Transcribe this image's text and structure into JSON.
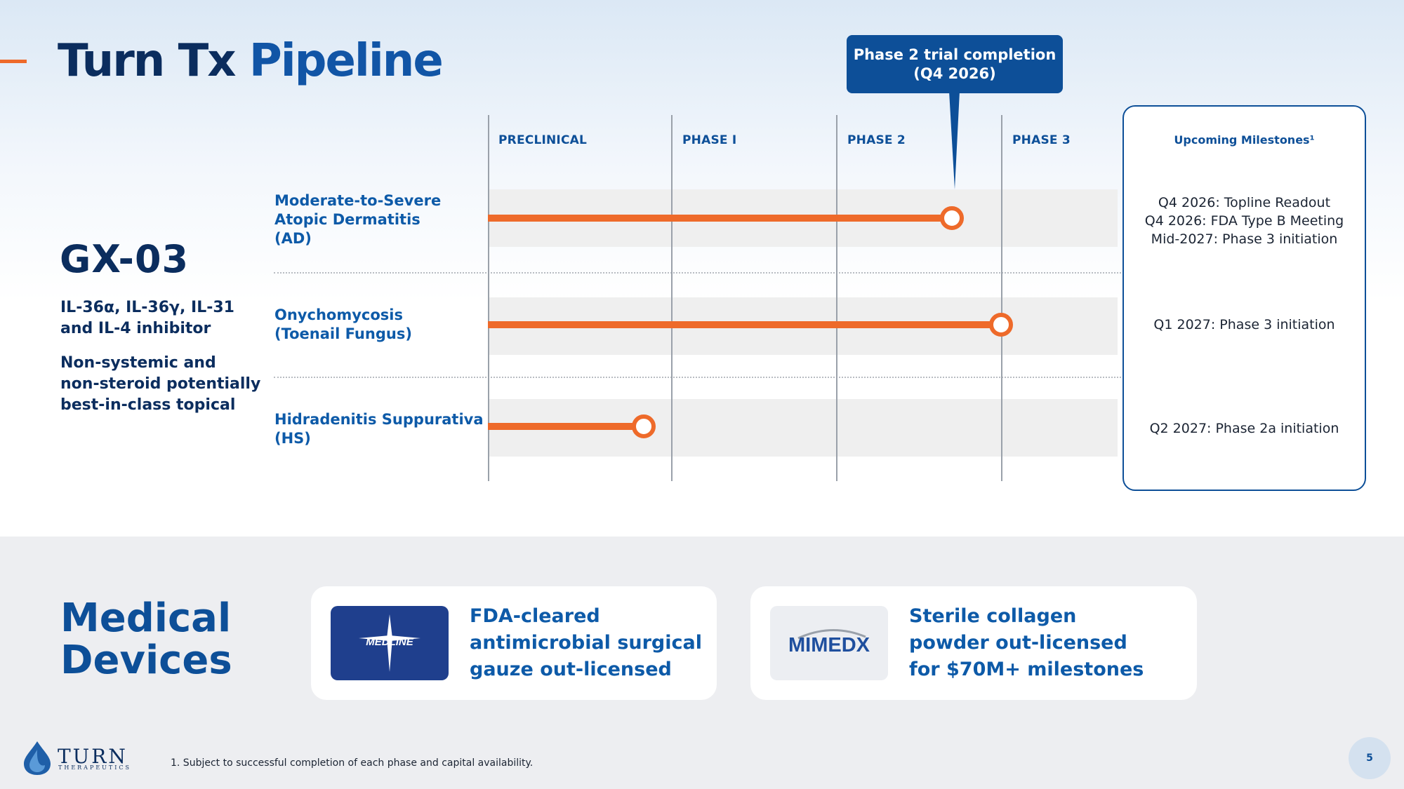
{
  "header": {
    "title_part1": "Turn Tx",
    "title_part2": "Pipeline"
  },
  "callout": {
    "line1": "Phase 2 trial completion",
    "line2": "(Q4 2026)"
  },
  "phases": [
    "PRECLINICAL",
    "PHASE I",
    "PHASE 2",
    "PHASE 3"
  ],
  "milestones_header": "Upcoming Milestones¹",
  "program": {
    "name": "GX-03",
    "desc1": [
      "IL-36α, IL-36γ, IL-31",
      "and IL-4 inhibitor"
    ],
    "desc2": [
      "Non-systemic and",
      "non-steroid potentially",
      "best-in-class topical"
    ]
  },
  "chart_data": {
    "type": "bar",
    "categories": [
      "Moderate-to-Severe Atopic Dermatitis (AD)",
      "Onychomycosis (Toenail Fungus)",
      "Hidradenitis Suppurativa (HS)"
    ],
    "stage_axis": [
      "PRECLINICAL",
      "PHASE I",
      "PHASE 2",
      "PHASE 3"
    ],
    "progress": [
      2.7,
      3.0,
      0.85
    ]
  },
  "indications": [
    {
      "lines": [
        "Moderate-to-Severe",
        "Atopic Dermatitis",
        "(AD)"
      ],
      "milestones": [
        "Q4 2026: Topline Readout",
        "Q4 2026: FDA Type B Meeting",
        "Mid-2027: Phase 3 initiation"
      ]
    },
    {
      "lines": [
        "Onychomycosis",
        "(Toenail Fungus)"
      ],
      "milestones": [
        "Q1 2027: Phase 3 initiation"
      ]
    },
    {
      "lines": [
        "Hidradenitis Suppurativa",
        "(HS)"
      ],
      "milestones": [
        "Q2 2027: Phase 2a initiation"
      ]
    }
  ],
  "medical_devices": {
    "title_lines": [
      "Medical",
      "Devices"
    ],
    "cards": [
      {
        "logo": "MEDLINE",
        "lines": [
          "FDA-cleared",
          "antimicrobial surgical",
          "gauze out-licensed"
        ]
      },
      {
        "logo": "MIMEDX",
        "lines": [
          "Sterile collagen",
          "powder out-licensed",
          "for $70M+ milestones"
        ]
      }
    ]
  },
  "footer": {
    "brand": "TURN",
    "brand_sub": "THERAPEUTICS",
    "footnote": "1. Subject to successful completion of each phase and capital availability.",
    "page": "5"
  },
  "colors": {
    "navy": "#0b2d5e",
    "blue": "#0d4f98",
    "orange": "#ee6a2a"
  }
}
